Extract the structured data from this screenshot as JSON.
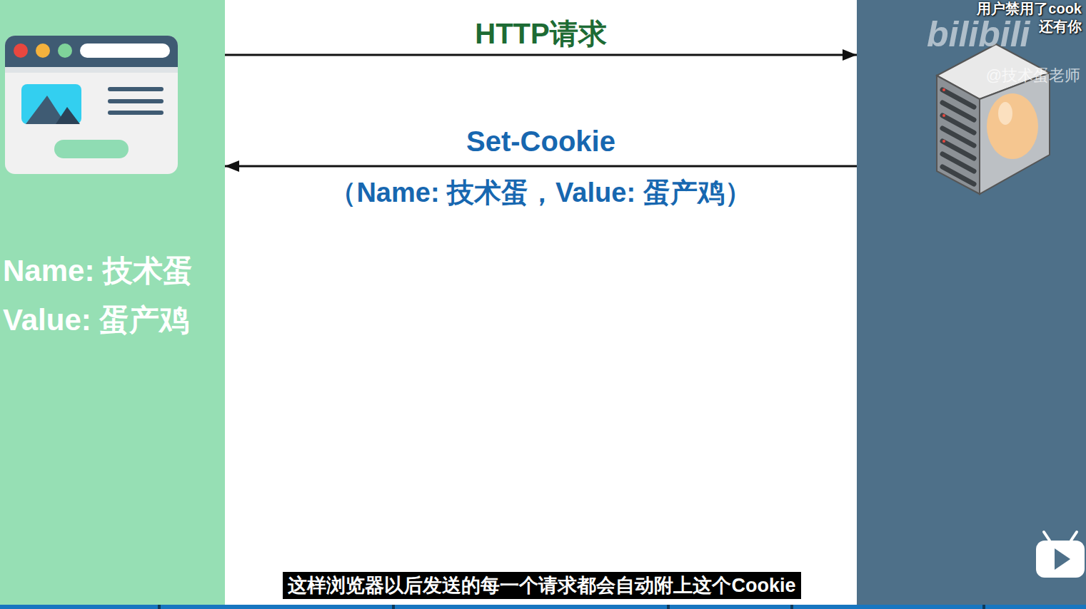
{
  "diagram": {
    "caption": "这样浏览器以后发送的每一个请求都会自动附上这个Cookie",
    "nodes": [
      {
        "text": [
          "Name: 技术蛋",
          "Value: 蛋产鸡"
        ]
      },
      {
        "text": [
          "用户禁用了cook",
          "还有你"
        ]
      }
    ],
    "edges": [
      {
        "from": 0,
        "to": 1,
        "label": "HTTP请求",
        "arrow": "to"
      },
      {
        "from": 1,
        "to": 0,
        "label": "Set-Cookie",
        "arrow": "to"
      }
    ],
    "labels": [
      "（Name: 技术蛋，Value: 蛋产鸡）",
      "bilibili",
      "@技术蛋老师"
    ]
  }
}
